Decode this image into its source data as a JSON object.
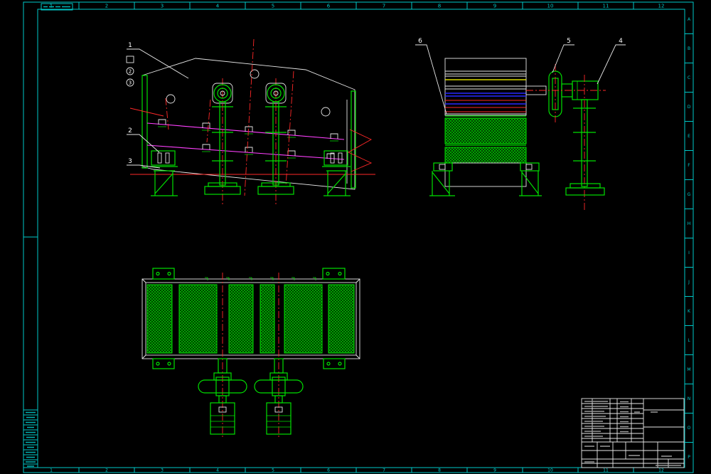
{
  "frame": {
    "columns": [
      "1",
      "2",
      "3",
      "4",
      "5",
      "6",
      "7",
      "8",
      "9",
      "10",
      "11",
      "12"
    ],
    "rows": [
      "A",
      "B",
      "C",
      "D",
      "E",
      "F",
      "G",
      "H",
      "I",
      "J",
      "K",
      "L",
      "M",
      "N",
      "O",
      "P"
    ]
  },
  "side_view": {
    "balloons": [
      "1",
      "2",
      "3"
    ],
    "circled_marks": [
      "2",
      "3"
    ]
  },
  "end_view": {
    "balloons": [
      "6",
      "5",
      "4"
    ]
  },
  "colors": {
    "background": "#000000",
    "frame": "#00c8c8",
    "structure": "#00e000",
    "outline": "#e6e6e6",
    "screen_deck": "#ff40ff",
    "centerline": "#ff2828",
    "feed_line": "#ffff00",
    "deck_line": "#2828ff"
  }
}
